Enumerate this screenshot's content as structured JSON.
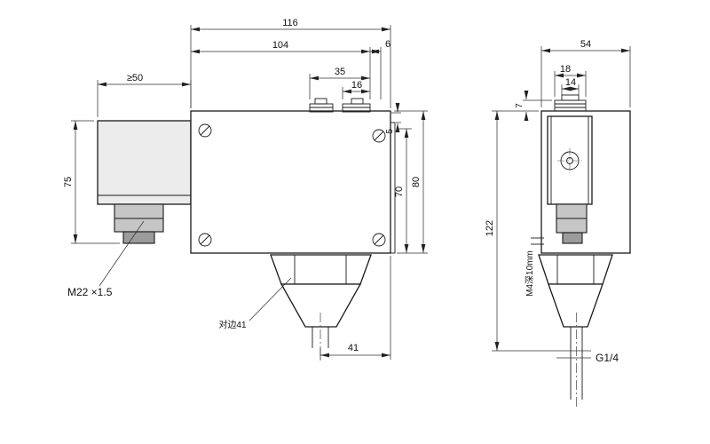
{
  "front": {
    "dims": {
      "total_width": "116",
      "body_width": "104",
      "right_offset": "6",
      "terminal_width": "35",
      "terminal_inner": "16",
      "left_box_width": "≥50",
      "left_height": "75",
      "inner_height": "70",
      "total_height": "80",
      "top_step": "5",
      "port_offset": "41"
    },
    "labels": {
      "thread": "M22 ×1.5",
      "hex_flats": "对边41"
    }
  },
  "side": {
    "dims": {
      "total_width": "54",
      "terminal_width": "18",
      "terminal_inner": "14",
      "screw_height": "7",
      "total_height": "122"
    },
    "labels": {
      "mount_hole": "M4深10mm",
      "port_thread": "G1/4"
    }
  }
}
